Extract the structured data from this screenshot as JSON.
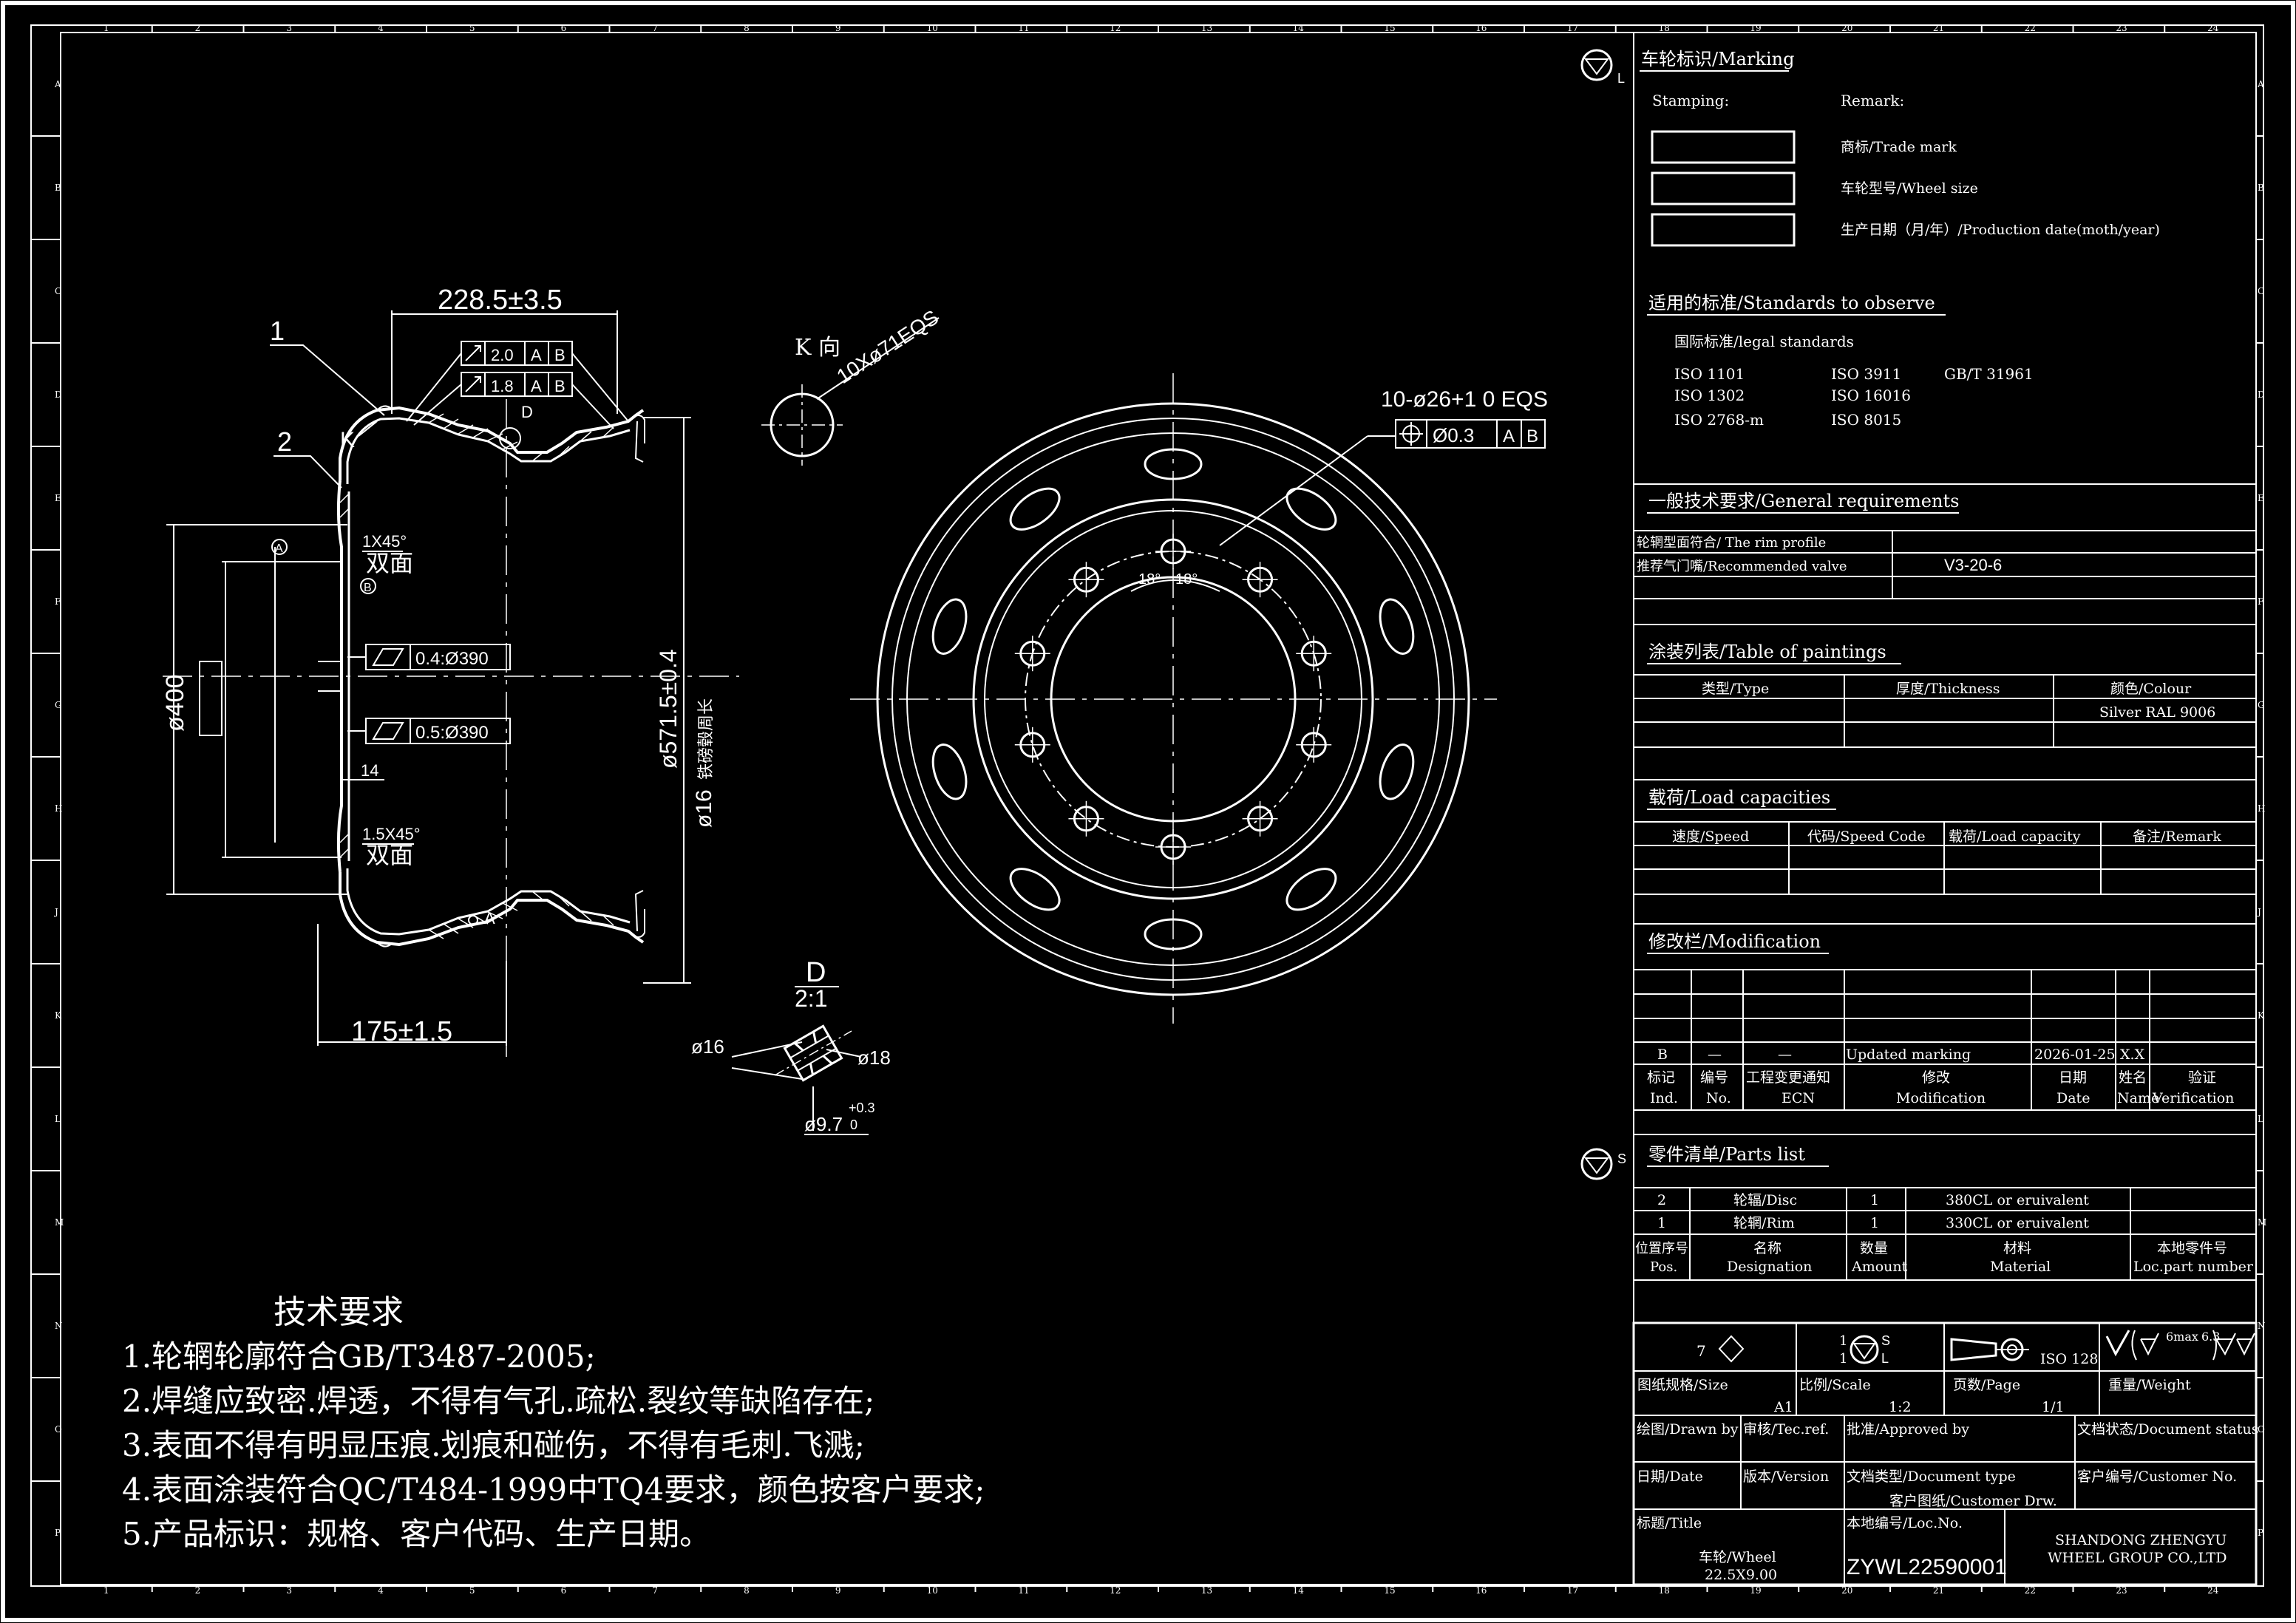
{
  "frame": {
    "col_labels": [
      "1",
      "2",
      "3",
      "4",
      "5",
      "6",
      "7",
      "8",
      "9",
      "10",
      "11",
      "12",
      "13",
      "14",
      "15",
      "16",
      "17",
      "18",
      "19",
      "20",
      "21",
      "22",
      "23",
      "24"
    ],
    "row_labels": [
      "A",
      "B",
      "C",
      "D",
      "E",
      "F",
      "G",
      "H",
      "J",
      "K",
      "L",
      "M",
      "N",
      "O",
      "P"
    ]
  },
  "marking": {
    "title": "车轮标识/Marking",
    "symbol_top_letter": "L",
    "stamping_label": "Stamping:",
    "remark_label": "Remark:",
    "items": [
      "商标/Trade mark",
      "车轮型号/Wheel size",
      "生产日期（月/年）/Production date(moth/year)"
    ]
  },
  "standards": {
    "title": "适用的标准/Standards to observe",
    "subtitle": "国际标准/legal standards",
    "list": [
      "ISO 1101",
      "ISO 3911",
      "GB/T 31961",
      "ISO 1302",
      "ISO 16016",
      "ISO 2768-m",
      "ISO 8015"
    ]
  },
  "general": {
    "title": "一般技术要求/General requirements",
    "rim_profile_label": "轮辋型面符合/ The rim profile",
    "valve_label": "推荐气门嘴/Recommended valve",
    "valve_value": "V3-20-6"
  },
  "paintings": {
    "title": "涂装列表/Table of paintings",
    "headers": [
      "类型/Type",
      "厚度/Thickness",
      "颜色/Colour"
    ],
    "colour": "Silver RAL 9006"
  },
  "loads": {
    "title": "载荷/Load capacities",
    "headers": [
      "速度/Speed",
      "代码/Speed Code",
      "载荷/Load capacity",
      "备注/Remark"
    ]
  },
  "modification": {
    "title": "修改栏/Modification",
    "row": [
      "B",
      "—",
      "—",
      "Updated marking",
      "2026-01-25",
      "X.X"
    ],
    "headers": [
      [
        "标记",
        "Ind."
      ],
      [
        "编号",
        "No."
      ],
      [
        "工程变更通知",
        "ECN"
      ],
      [
        "修改",
        "Modification"
      ],
      [
        "日期",
        "Date"
      ],
      [
        "姓名",
        "Name"
      ],
      [
        "验证",
        "Verification"
      ]
    ]
  },
  "parts": {
    "title": "零件清单/Parts list",
    "symbol_letter": "S",
    "rows": [
      [
        "2",
        "轮辐/Disc",
        "1",
        "380CL or eruivalent"
      ],
      [
        "1",
        "轮辋/Rim",
        "1",
        "330CL or eruivalent"
      ]
    ],
    "headers": [
      [
        "位置序号",
        "Pos."
      ],
      [
        "名称",
        "Designation"
      ],
      [
        "数量",
        "Amount"
      ],
      [
        "材料",
        "Material"
      ],
      [
        "本地零件号",
        "Loc.part number"
      ]
    ]
  },
  "title_block": {
    "sym_count_a": "7",
    "sym_count_b1": "1",
    "sym_letter_b1": "S",
    "sym_count_b2": "1",
    "sym_letter_b2": "L",
    "iso_128": "ISO 128",
    "roughness_note": "6max",
    "roughness_value": "6.3",
    "size_label": "图纸规格/Size",
    "size_value": "A1",
    "scale_label": "比例/Scale",
    "scale_value": "1:2",
    "page_label": "页数/Page",
    "page_value": "1/1",
    "weight_label": "重量/Weight",
    "drawn_by": "绘图/Drawn by",
    "tec_ref": "审核/Tec.ref.",
    "approved_by": "批准/Approved by",
    "doc_status": "文档状态/Document status",
    "date_label": "日期/Date",
    "version_label": "版本/Version",
    "doc_type_label": "文档类型/Document type",
    "doc_type_value": "客户图纸/Customer Drw.",
    "customer_no": "客户编号/Customer No.",
    "title_label": "标题/Title",
    "title_value_1": "车轮/Wheel",
    "title_value_2": "22.5X9.00",
    "loc_no_label": "本地编号/Loc.No.",
    "loc_no_value": "ZYWL22590001",
    "company_1": "SHANDONG ZHENGYU",
    "company_2": "WHEEL GROUP CO.,LTD"
  },
  "tech_requirements": {
    "title": "技术要求",
    "items": [
      "1.轮辋轮廓符合GB/T3487-2005;",
      "2.焊缝应致密.焊透，不得有气孔.疏松.裂纹等缺陷存在;",
      "3.表面不得有明显压痕.划痕和碰伤，不得有毛刺.飞溅;",
      "4.表面涂装符合QC/T484-1999中TQ4要求，颜色按客户要求;",
      "5.产品标识：规格、客户代码、生产日期。"
    ]
  },
  "section_view": {
    "dim_width": "228.5±3.5",
    "dim_offset": "175±1.5",
    "dim_pcd": "ø400",
    "dim_bead": "ø571.5±0.4",
    "dim_circ": "ø16",
    "circ_note": "铁磅毂周长",
    "runout_1_value": "2.0",
    "runout_2_value": "1.8",
    "datum_a": "A",
    "datum_b": "B",
    "flat_1": "0.4:Ø390",
    "flat_2": "0.5:Ø390",
    "chamfer_1": "1X45°",
    "chamfer_2": "1.5X45°",
    "both_sides": "双面",
    "leader_1": "1",
    "leader_2": "2",
    "label_k": "K",
    "label_d": "D",
    "dim_14": "14",
    "label_a_small": "A"
  },
  "front_view": {
    "holes_note": "10-ø26+1 0 EQS",
    "position_tol": "Ø0.3",
    "angle_1": "18°",
    "angle_2": "18°"
  },
  "detail_k": {
    "label": "K 向",
    "note": "10Xø71EQS"
  },
  "detail_d": {
    "label": "D",
    "scale": "2:1",
    "d_16": "ø16",
    "d_18": "ø18",
    "d_97": "ø9.7",
    "tol_plus": "+0.3",
    "tol_zero": "0"
  }
}
